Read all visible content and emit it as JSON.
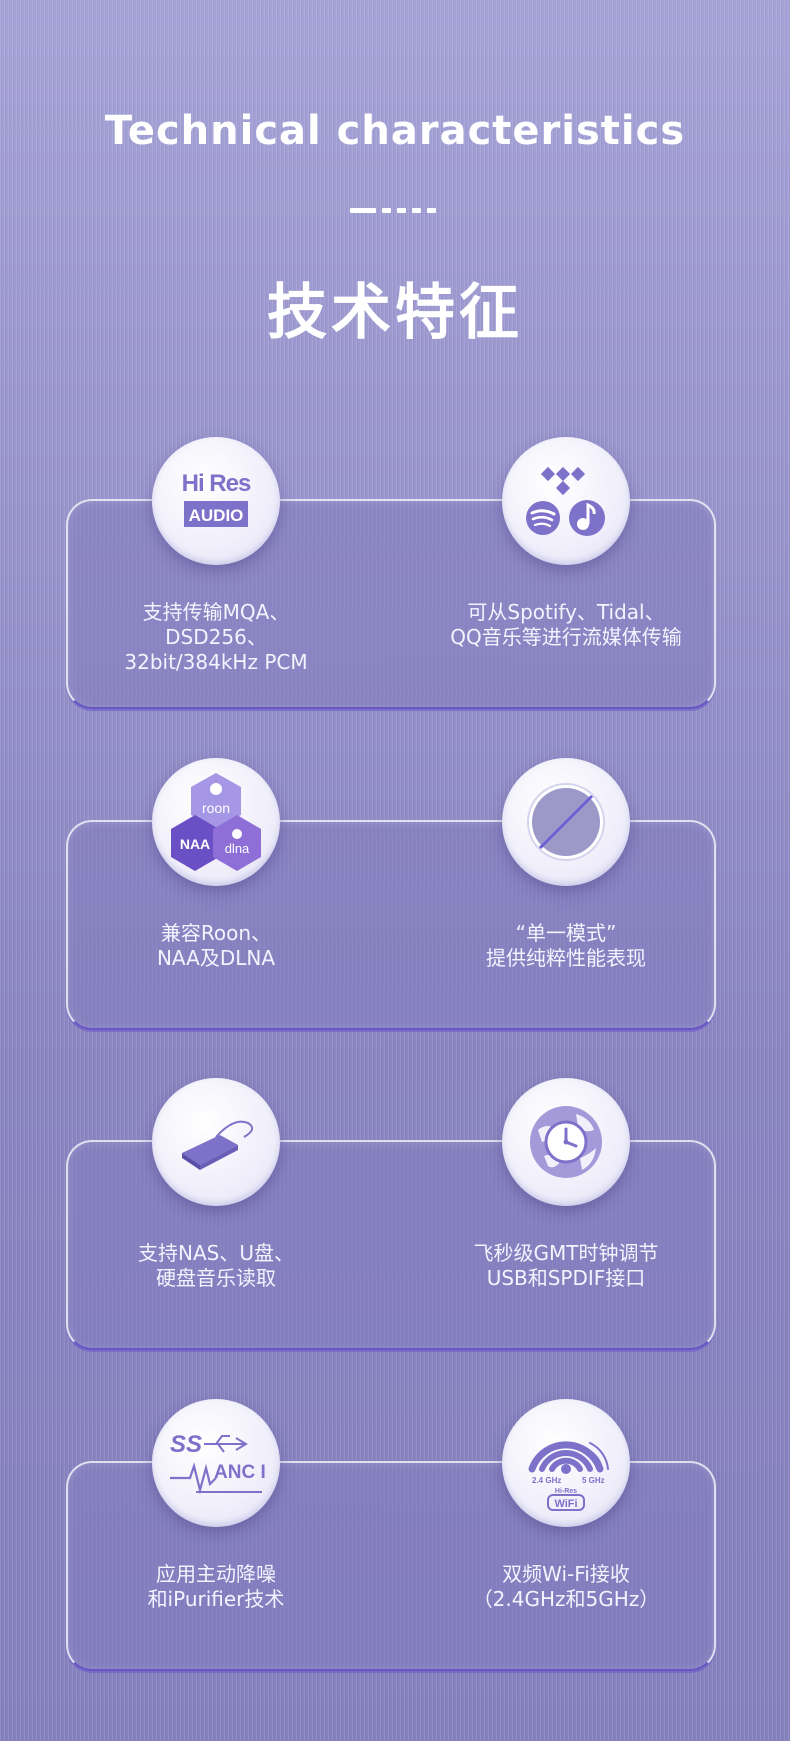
{
  "header": {
    "title_en": "Technical characteristics",
    "title_cn": "技术特征"
  },
  "colors": {
    "icon_purple": "#7d71c9",
    "text": "#ffffff"
  },
  "features": [
    {
      "icon": "hi-res-audio-icon",
      "icon_text_top": "Hi Res",
      "icon_text_bottom": "AUDIO",
      "lines": [
        "支持传输MQA、",
        "DSD256、",
        "32bit/384kHz PCM"
      ]
    },
    {
      "icon": "streaming-services-icon",
      "lines": [
        "可从Spotify、Tidal、",
        "QQ音乐等进行流媒体传输"
      ]
    },
    {
      "icon": "roon-naa-dlna-icon",
      "icon_text_roon": "roon",
      "icon_text_naa": "NAA",
      "icon_text_dlna": "dlna",
      "lines": [
        "兼容Roon、",
        "NAA及DLNA"
      ]
    },
    {
      "icon": "single-mode-icon",
      "lines": [
        "“单一模式”",
        "提供纯粹性能表现"
      ]
    },
    {
      "icon": "external-drive-icon",
      "lines": [
        "支持NAS、U盘、",
        "硬盘音乐读取"
      ]
    },
    {
      "icon": "world-clock-icon",
      "lines": [
        "飞秒级GMT时钟调节",
        "USB和SPDIF接口"
      ]
    },
    {
      "icon": "ss-anc-ii-icon",
      "icon_text_ss": "SS",
      "icon_text_anc": "ANC II",
      "lines": [
        "应用主动降噪",
        "和iPurifier技术"
      ]
    },
    {
      "icon": "wifi-hi-res-icon",
      "icon_text_24": "2.4 GHz",
      "icon_text_5": "5 GHz",
      "icon_text_hires": "Hi-Res",
      "icon_text_wifi": "WiFi",
      "lines": [
        "双频Wi-Fi接收",
        "（2.4GHz和5GHz）"
      ]
    }
  ]
}
